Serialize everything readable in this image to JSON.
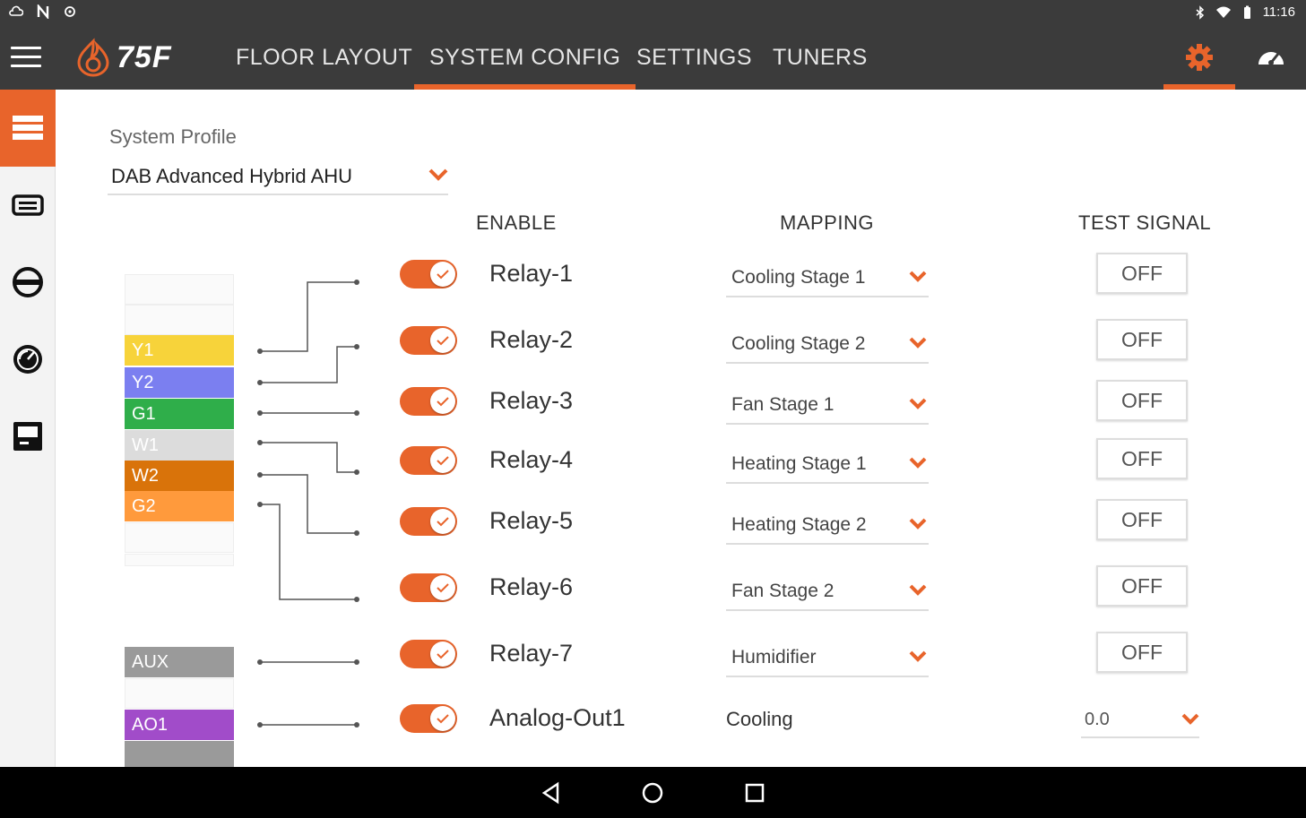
{
  "status_bar": {
    "left_icons": [
      "cloud-icon",
      "n-icon",
      "sync-icon"
    ],
    "right_icons": [
      "bluetooth-icon",
      "wifi-icon",
      "battery-icon"
    ],
    "time": "11:16"
  },
  "app": {
    "logo_text": "75F",
    "accent_color": "#e8642b",
    "tabs": [
      {
        "label": "FLOOR LAYOUT",
        "active": false
      },
      {
        "label": "SYSTEM CONFIG",
        "active": true
      },
      {
        "label": "SETTINGS",
        "active": false
      },
      {
        "label": "TUNERS",
        "active": false
      }
    ],
    "top_icons": [
      "gear-icon",
      "dashboard-icon"
    ]
  },
  "rail": {
    "items": [
      "system-profile-icon",
      "module-icon",
      "ccu-icon",
      "sensor-icon",
      "display-icon"
    ]
  },
  "profile": {
    "label": "System Profile",
    "value": "DAB Advanced Hybrid AHU"
  },
  "columns": {
    "enable": "ENABLE",
    "mapping": "MAPPING",
    "test_signal": "TEST SIGNAL"
  },
  "rows": [
    {
      "label": "Relay-1",
      "enabled": true,
      "mapping": "Cooling Stage 1",
      "test": "OFF"
    },
    {
      "label": "Relay-2",
      "enabled": true,
      "mapping": "Cooling Stage 2",
      "test": "OFF"
    },
    {
      "label": "Relay-3",
      "enabled": true,
      "mapping": "Fan Stage 1",
      "test": "OFF"
    },
    {
      "label": "Relay-4",
      "enabled": true,
      "mapping": "Heating Stage 1",
      "test": "OFF"
    },
    {
      "label": "Relay-5",
      "enabled": true,
      "mapping": "Heating Stage 2",
      "test": "OFF"
    },
    {
      "label": "Relay-6",
      "enabled": true,
      "mapping": "Fan Stage 2",
      "test": "OFF"
    },
    {
      "label": "Relay-7",
      "enabled": true,
      "mapping": "Humidifier",
      "test": "OFF"
    }
  ],
  "analog": {
    "label": "Analog-Out1",
    "enabled": true,
    "mapping": "Cooling",
    "test_value": "0.0"
  },
  "terminals": [
    {
      "label": "Y1",
      "color": "#f7d33a"
    },
    {
      "label": "Y2",
      "color": "#7b7ff0"
    },
    {
      "label": "G1",
      "color": "#2fae4a"
    },
    {
      "label": "W1",
      "color": "#dcdcdc"
    },
    {
      "label": "W2",
      "color": "#d9730a"
    },
    {
      "label": "G2",
      "color": "#ff9a3c"
    },
    {
      "label": "AUX",
      "color": "#9a9a9a"
    },
    {
      "label": "AO1",
      "color": "#a14cc9"
    }
  ],
  "android_nav": [
    "back-icon",
    "home-icon",
    "recents-icon"
  ]
}
